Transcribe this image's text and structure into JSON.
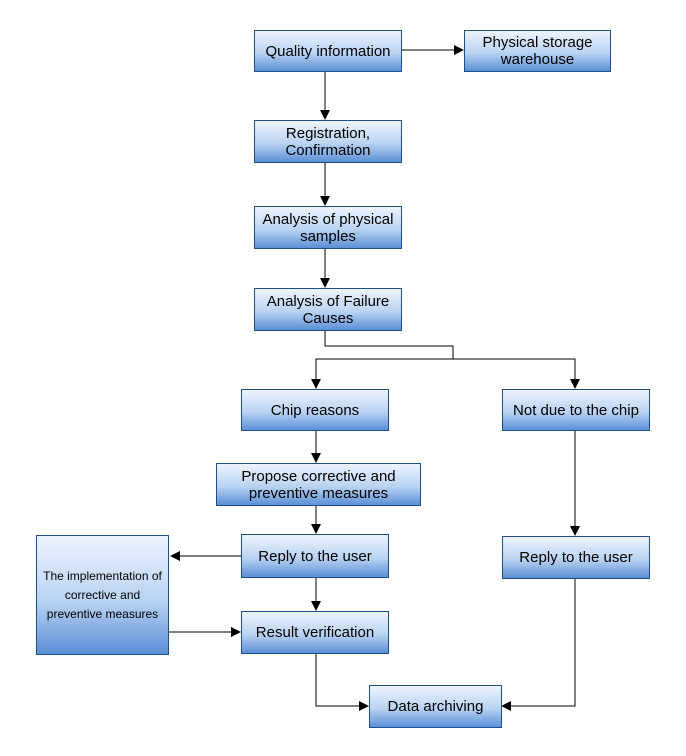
{
  "nodes": {
    "quality_information": "Quality information",
    "physical_storage": "Physical storage warehouse",
    "registration": "Registration, Confirmation",
    "analysis_samples": "Analysis of physical samples",
    "analysis_failure": "Analysis of Failure Causes",
    "chip_reasons": "Chip reasons",
    "not_due_chip": "Not due to the chip",
    "propose_measures": "Propose corrective and preventive measures",
    "reply_user_left": "Reply to the user",
    "reply_user_right": "Reply to the user",
    "implementation": "The implementation of corrective and preventive measures",
    "result_verification": "Result verification",
    "data_archiving": "Data archiving"
  },
  "colors": {
    "box_top": "#eef4fd",
    "box_bottom": "#5b8fd6",
    "border": "#1f4e8c",
    "line": "#000000"
  }
}
